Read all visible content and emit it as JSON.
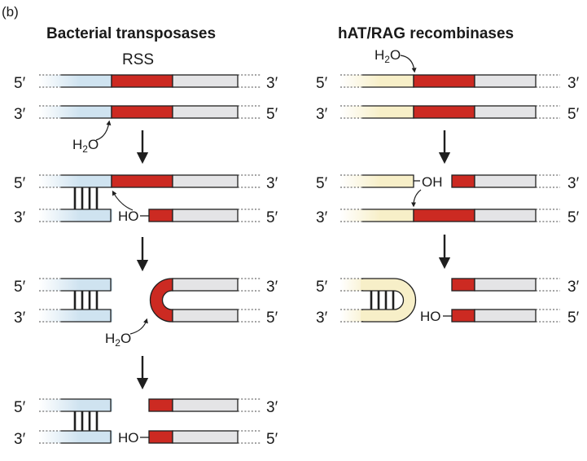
{
  "panel_label": "(b)",
  "left": {
    "title": "Bacterial transposases",
    "rss_label": "RSS"
  },
  "right": {
    "title": "hAT/RAG recombinases"
  },
  "labels": {
    "five_prime": "5′",
    "three_prime": "3′",
    "water_h": "H",
    "water_sub": "2",
    "water_o": "O",
    "ho": "HO",
    "oh": "OH"
  },
  "colors": {
    "flank_left": "#cfe3f0",
    "flank_right": "#f7efc8",
    "rss": "#cc2a22",
    "transposon": "#e4e4e6"
  }
}
